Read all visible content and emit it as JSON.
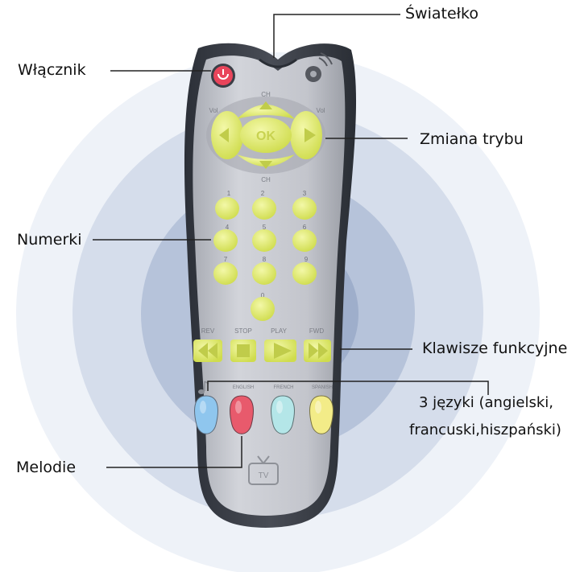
{
  "labels": {
    "light": "Światełko",
    "power": "Włącznik",
    "mode": "Zmiana trybu",
    "numbers": "Numerki",
    "function_keys": "Klawisze funkcyjne",
    "languages_line1": "3 języki (angielski,",
    "languages_line2": "francuski,hiszpański)",
    "melodies": "Melodie"
  },
  "remote": {
    "ch_top": "CH",
    "ch_bottom": "CH",
    "vol_left": "Vol",
    "vol_right": "Vol",
    "ok": "OK",
    "digits": [
      "1",
      "2",
      "3",
      "4",
      "5",
      "6",
      "7",
      "8",
      "9",
      "0"
    ],
    "function_labels": [
      "REV",
      "STOP",
      "PLAY",
      "FWD"
    ],
    "language_labels": [
      "ENGLISH",
      "FRENCH",
      "SPANISH"
    ],
    "tv_logo": "TV"
  },
  "colors": {
    "button_yellow": "#dde86a",
    "remote_body": "#c3c5cc",
    "remote_rim": "#34383f",
    "power_red": "#e9455b",
    "key_blue": "#8fc6ee",
    "key_red": "#e85a6c",
    "key_mint": "#b4e6e8",
    "key_yellow": "#f3ec88"
  }
}
